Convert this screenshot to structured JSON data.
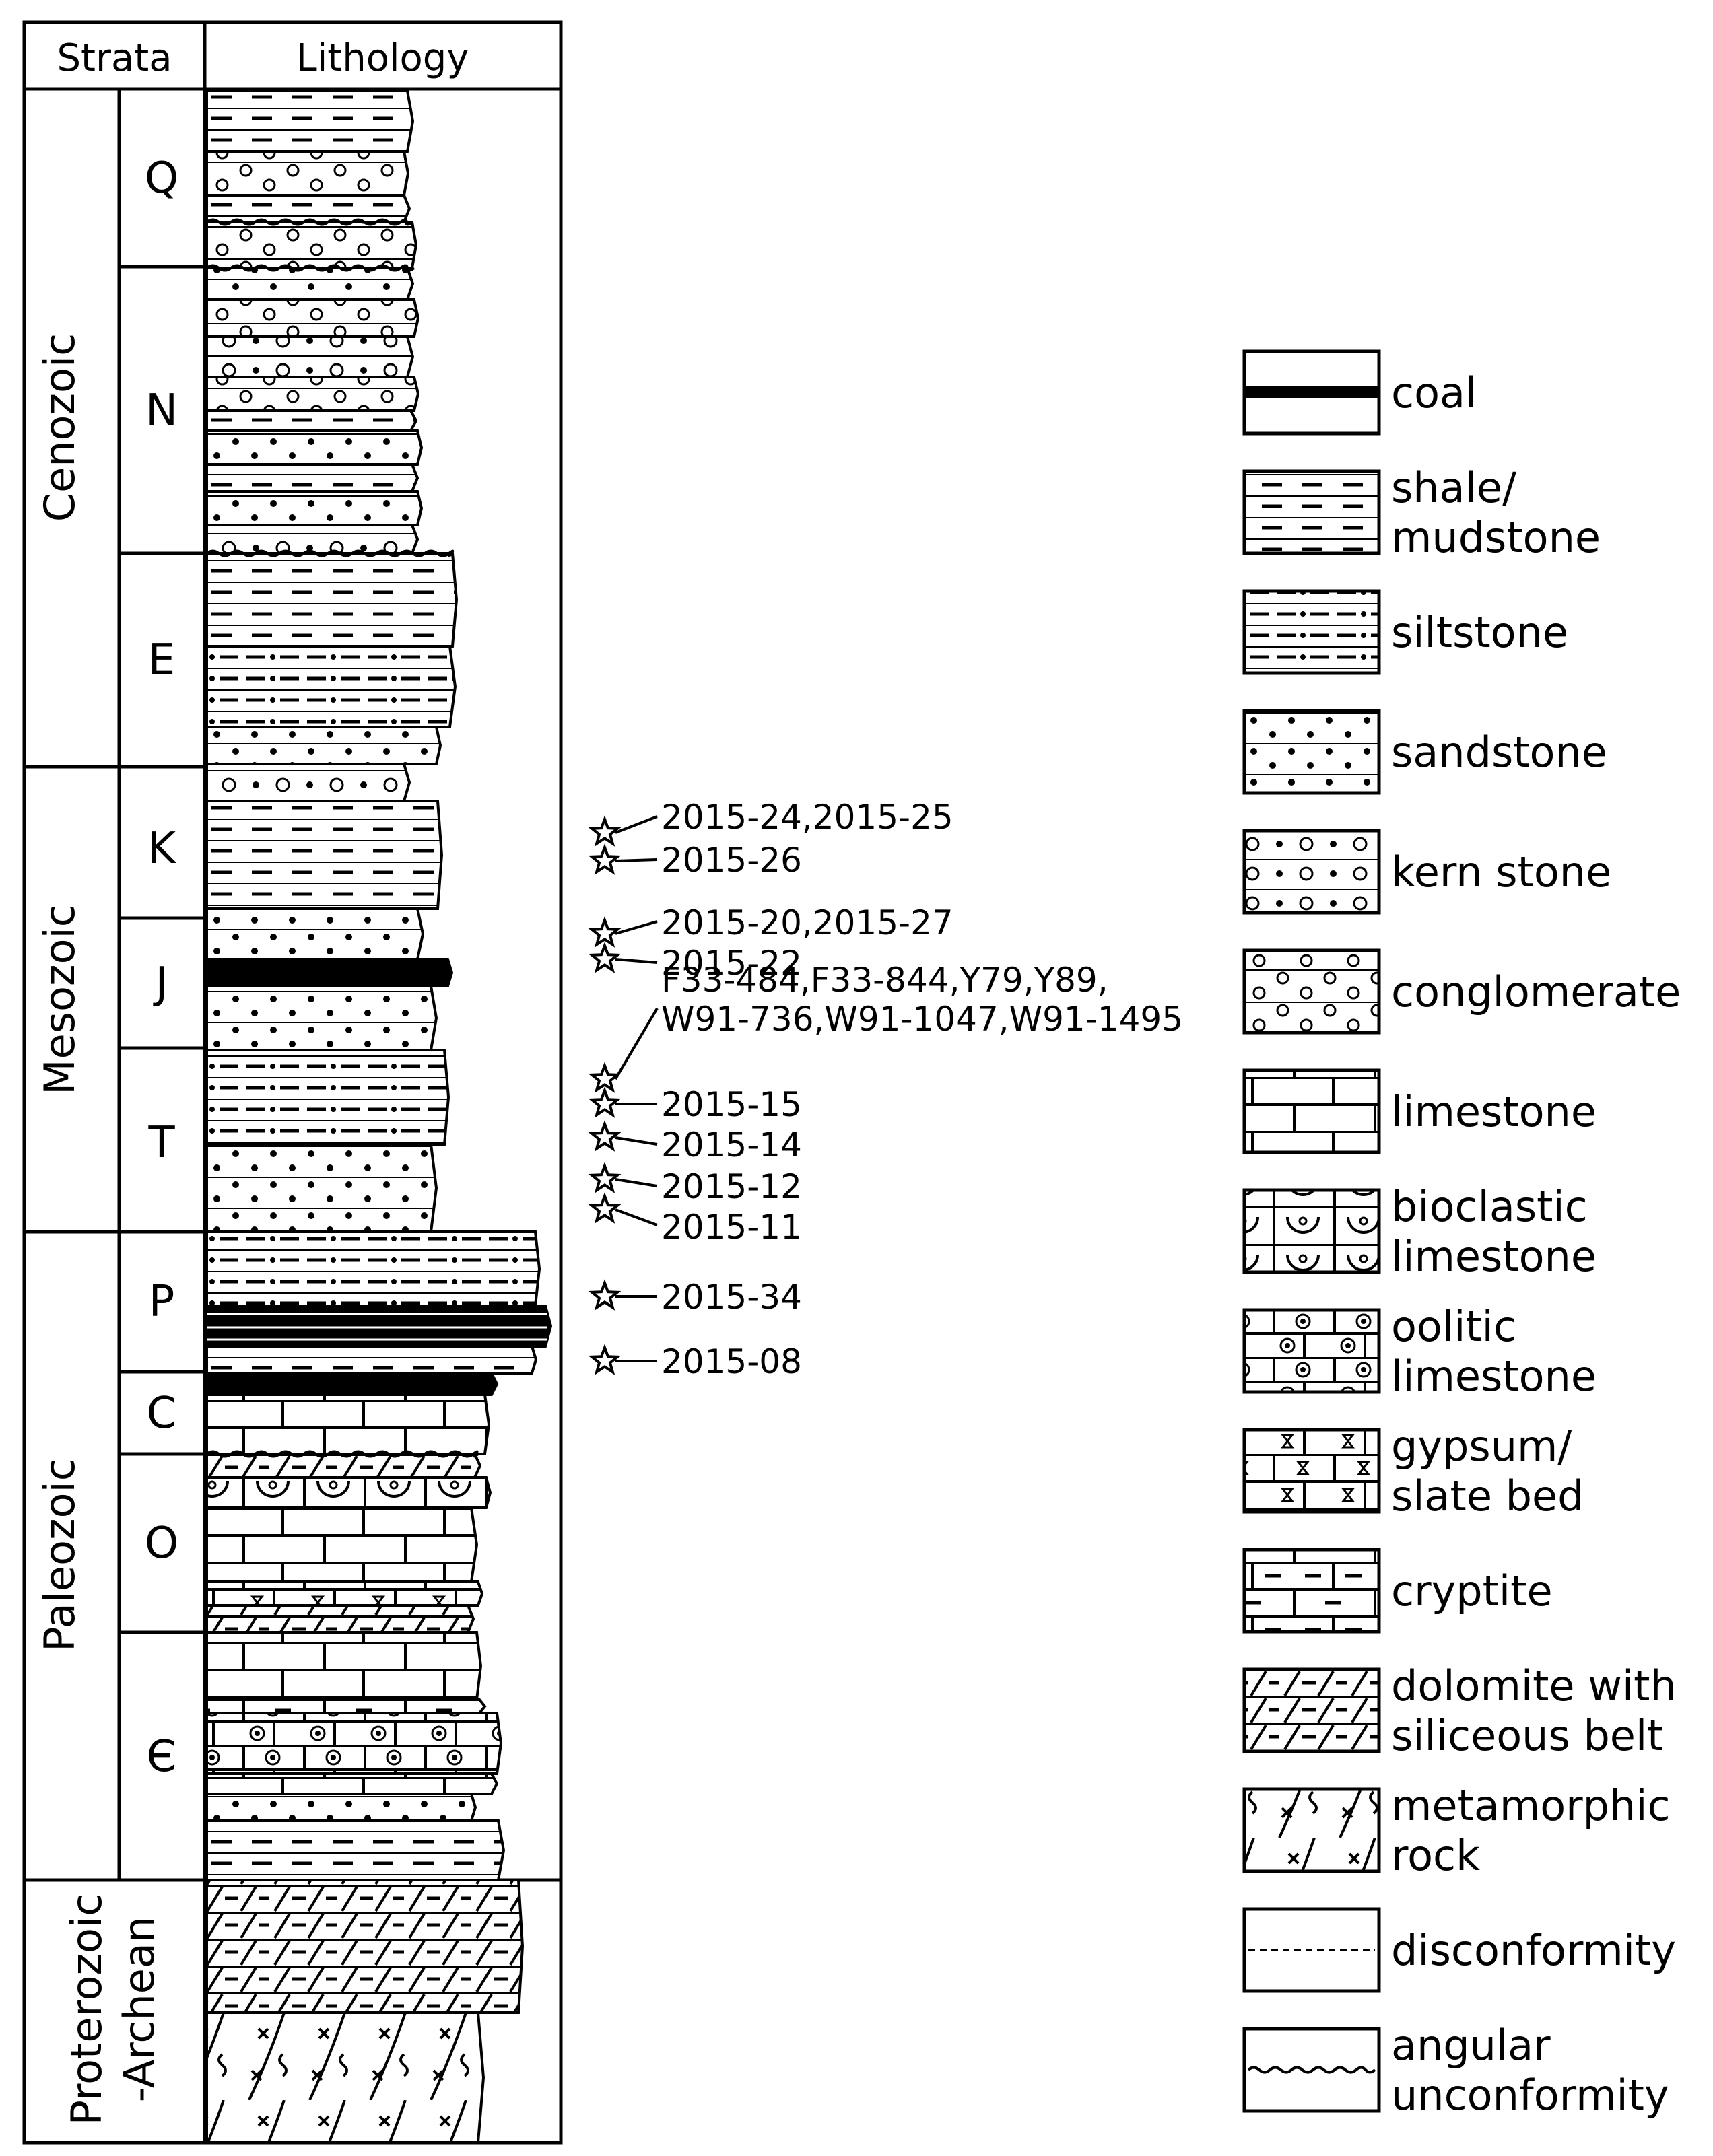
{
  "header": {
    "strata": "Strata",
    "lithology": "Lithology"
  },
  "eras": [
    {
      "label": "Cenozoic"
    },
    {
      "label": "Mesozoic"
    },
    {
      "label": "Paleozoic"
    },
    {
      "label_line1": "Proterozoic",
      "label_line2": "-Archean"
    }
  ],
  "periods": [
    "Q",
    "N",
    "E",
    "K",
    "J",
    "T",
    "P",
    "C",
    "O",
    "Є"
  ],
  "samples": [
    {
      "lines": [
        "2015-24,2015-25"
      ]
    },
    {
      "lines": [
        "2015-26"
      ]
    },
    {
      "lines": [
        "2015-20,2015-27"
      ]
    },
    {
      "lines": [
        "2015-22"
      ]
    },
    {
      "lines": [
        "F33-484,F33-844,Y79,Y89,",
        "W91-736,W91-1047,W91-1495"
      ]
    },
    {
      "lines": [
        "2015-15"
      ]
    },
    {
      "lines": [
        "2015-14"
      ]
    },
    {
      "lines": [
        "2015-12"
      ]
    },
    {
      "lines": [
        "2015-11"
      ]
    },
    {
      "lines": [
        "2015-34"
      ]
    },
    {
      "lines": [
        "2015-08"
      ]
    }
  ],
  "legend": [
    {
      "pattern": "coal",
      "lines": [
        "coal"
      ]
    },
    {
      "pattern": "shale",
      "lines": [
        "shale/",
        "mudstone"
      ]
    },
    {
      "pattern": "silt",
      "lines": [
        "siltstone"
      ]
    },
    {
      "pattern": "sand",
      "lines": [
        "sandstone"
      ]
    },
    {
      "pattern": "kern",
      "lines": [
        "kern stone"
      ]
    },
    {
      "pattern": "cong",
      "lines": [
        "conglomerate"
      ]
    },
    {
      "pattern": "lime",
      "lines": [
        "limestone"
      ]
    },
    {
      "pattern": "bioc",
      "lines": [
        "bioclastic",
        "limestone"
      ]
    },
    {
      "pattern": "ool",
      "lines": [
        "oolitic",
        "limestone"
      ]
    },
    {
      "pattern": "gyp",
      "lines": [
        "gypsum/",
        "slate bed"
      ]
    },
    {
      "pattern": "crypt",
      "lines": [
        "cryptite"
      ]
    },
    {
      "pattern": "dolo",
      "lines": [
        "dolomite with",
        "siliceous belt"
      ]
    },
    {
      "pattern": "meta",
      "lines": [
        "metamorphic",
        "rock"
      ]
    },
    {
      "pattern": "disc",
      "lines": [
        "disconformity"
      ]
    },
    {
      "pattern": "ang",
      "lines": [
        "angular",
        "unconformity"
      ]
    }
  ],
  "colors": {
    "ink": "#000000",
    "paper": "#ffffff"
  }
}
